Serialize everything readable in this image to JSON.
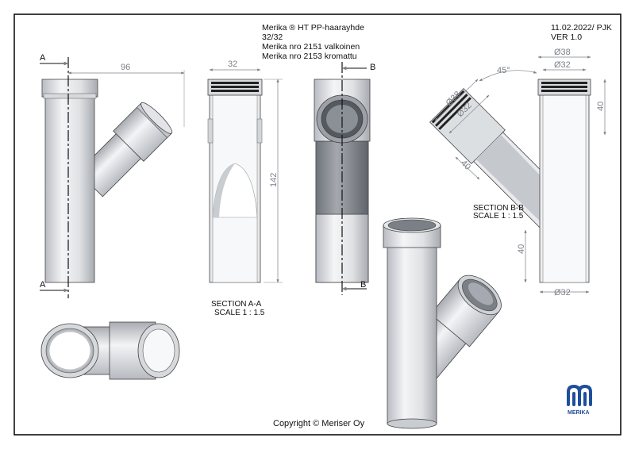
{
  "title_block": {
    "line1": "Merika ® HT PP-haarayhde",
    "line2": "32/32",
    "line3": "Merika nro  2151  valkoinen",
    "line4": "Merika nro  2153  kromattu",
    "date": "11.02.2022/ PJK",
    "version": "VER 1.0"
  },
  "dimensions": {
    "width_96": "96",
    "width_32": "32",
    "height_142": "142",
    "dia_38_top": "Ø38",
    "dia_32_top": "Ø32",
    "height_40_top": "40",
    "angle_45": "45°",
    "dia_38_branch": "Ø38",
    "dia_32_branch": "Ø32",
    "len_40_branch": "40",
    "height_40_bottom": "40",
    "dia_32_bottom": "Ø32"
  },
  "section_markers": {
    "a_top": "A",
    "a_bottom": "A",
    "b_top": "B",
    "b_bottom": "B"
  },
  "section_aa": {
    "label": "SECTION A-A",
    "scale": "SCALE 1 : 1.5"
  },
  "section_bb": {
    "label": "SECTION B-B",
    "scale": "SCALE 1 : 1.5"
  },
  "copyright": "Copyright © Meriser Oy",
  "logo": {
    "text": "MERIKA",
    "color": "#1f4e9c"
  },
  "colors": {
    "border": "#111111",
    "pipe_light": "#f2f3f5",
    "pipe_mid": "#c9ccd1",
    "pipe_dark": "#8e9299",
    "dimension": "#7d8088"
  }
}
